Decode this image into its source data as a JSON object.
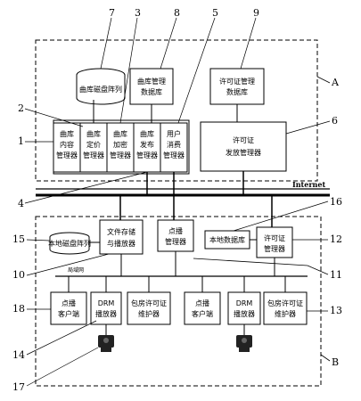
{
  "regions": {
    "a_label": "A",
    "b_label": "B",
    "internet_label": "Internet",
    "lan_label": "局域网"
  },
  "server": {
    "music_disk_array": "曲库磁盘阵列",
    "music_db": [
      "曲库管理",
      "数据库"
    ],
    "license_db": [
      "许可证管理",
      "数据库"
    ],
    "content_mgr": [
      "曲库",
      "内容",
      "管理器"
    ],
    "pricing_mgr": [
      "曲库",
      "定价",
      "管理器"
    ],
    "encrypt_mgr": [
      "曲库",
      "加密",
      "管理器"
    ],
    "publish_mgr": [
      "曲库",
      "发布",
      "管理器"
    ],
    "consume_mgr": [
      "用户",
      "消费",
      "管理器"
    ],
    "license_issue_mgr": [
      "许可证",
      "发放管理器"
    ]
  },
  "client": {
    "local_disk_array": "本地磁盘阵列",
    "file_store_player": [
      "文件存储",
      "与播放器"
    ],
    "vod_mgr": [
      "点播",
      "管理器"
    ],
    "local_db": "本地数据库",
    "license_mgr": [
      "许可证",
      "管理器"
    ],
    "vod_client_left": [
      "点播",
      "客户端"
    ],
    "drm_player_left": [
      "DRM",
      "播放器"
    ],
    "pkg_license_left": [
      "包房许可证",
      "维护器"
    ],
    "vod_client_right": [
      "点播",
      "客户端"
    ],
    "drm_player_right": [
      "DRM",
      "播放器"
    ],
    "pkg_license_right": [
      "包房许可证",
      "维护器"
    ]
  },
  "callouts": {
    "n1": "1",
    "n2": "2",
    "n3": "3",
    "n4": "4",
    "n5": "5",
    "n6": "6",
    "n7": "7",
    "n8": "8",
    "n9": "9",
    "n10": "10",
    "n11": "11",
    "n12": "12",
    "n13": "13",
    "n14": "14",
    "n15": "15",
    "n16": "16",
    "n17": "17",
    "n18": "18"
  }
}
